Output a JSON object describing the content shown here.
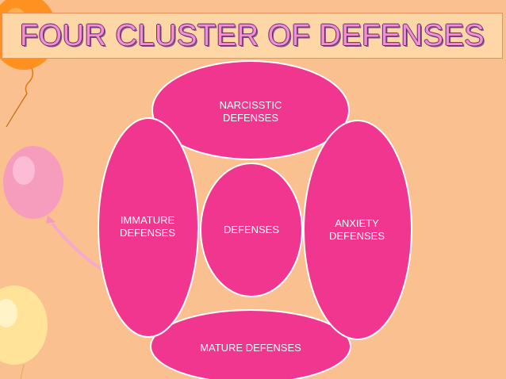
{
  "title": "FOUR CLUSTER OF DEFENSES",
  "colors": {
    "background": "#fbc08f",
    "title_fill": "#ffd6a6",
    "title_text": "#f48fd0",
    "ellipse_fill": "#f0368f",
    "ellipse_stroke": "#ffffff",
    "label_text": "#ffffff"
  },
  "diagram": {
    "center": "DEFENSES",
    "top": {
      "line1": "NARCISSTIC",
      "line2": "DEFENSES"
    },
    "left": {
      "line1": "IMMATURE",
      "line2": "DEFENSES"
    },
    "right": {
      "line1": "ANXIETY",
      "line2": "DEFENSES"
    },
    "bottom": "MATURE DEFENSES"
  }
}
